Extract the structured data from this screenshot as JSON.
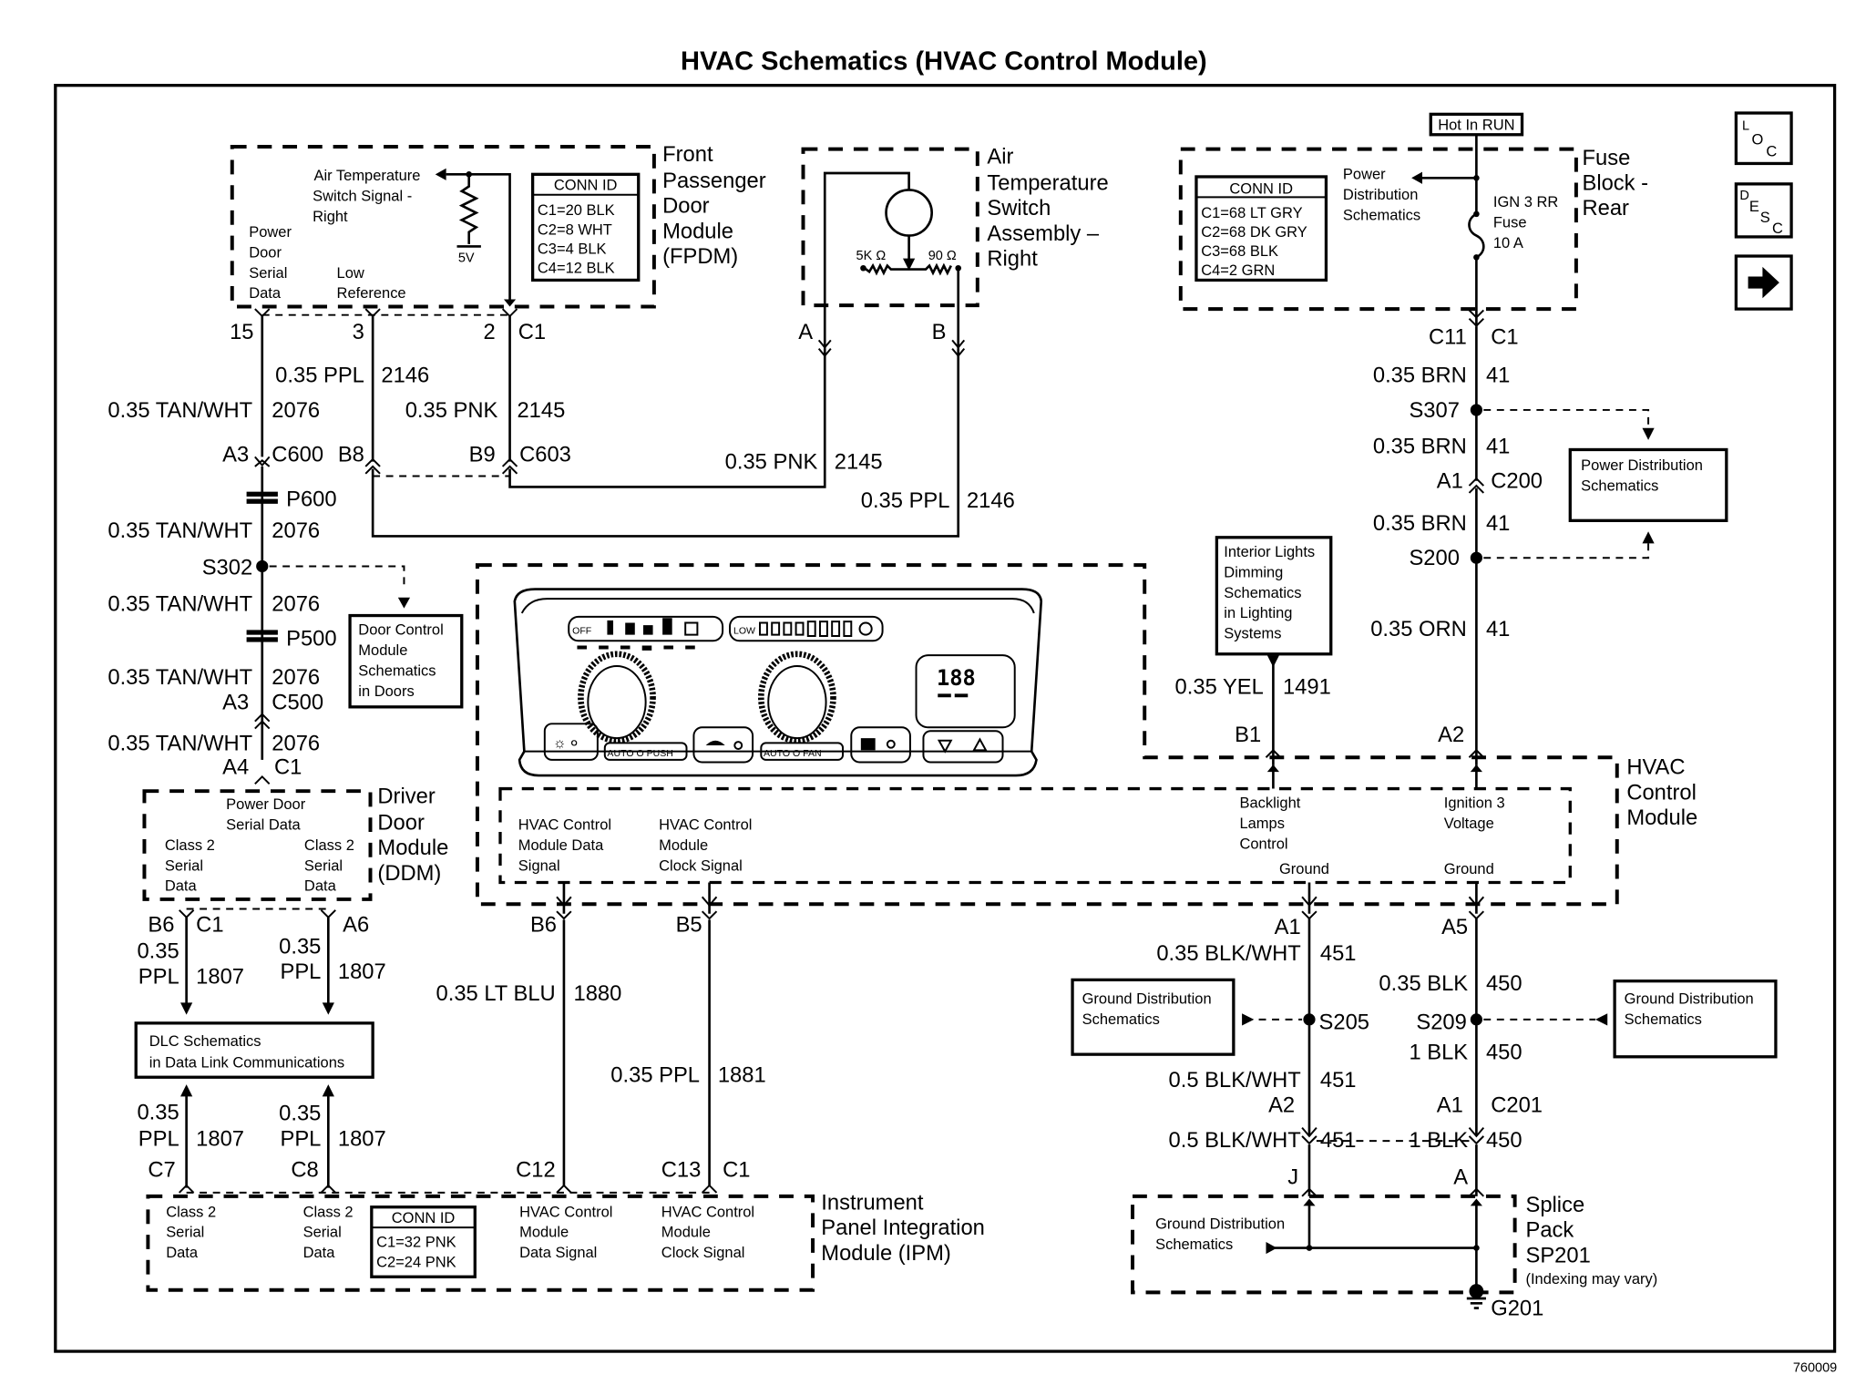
{
  "title": "HVAC Schematics (HVAC Control Module)",
  "figure_id": "760009",
  "nav_buttons": {
    "loc": [
      "L",
      "O",
      "C"
    ],
    "desc": [
      "D",
      "E",
      "S",
      "C"
    ],
    "next_icon": "right-arrow-icon"
  },
  "fpdm": {
    "name": [
      "Front",
      "Passenger",
      "Door",
      "Module",
      "(FPDM)"
    ],
    "signal_label": [
      "Air Temperature",
      "Switch Signal -",
      "Right"
    ],
    "voltage": "5V",
    "pin_labels_left": [
      "Power",
      "Door",
      "Serial",
      "Data"
    ],
    "pin_labels_mid": [
      "Low",
      "Reference"
    ],
    "conn_id": {
      "header": "CONN ID",
      "rows": [
        "C1=20 BLK",
        "C2=8 WHT",
        "C3=4 BLK",
        "C4=12 BLK"
      ]
    },
    "pins": {
      "p15": "15",
      "p3": "3",
      "p2": "2",
      "conn": "C1"
    }
  },
  "sensor": {
    "name": [
      "Air",
      "Temperature",
      "Switch",
      "Assembly –",
      "Right"
    ],
    "r1": "5K Ω",
    "r2": "90 Ω",
    "pin_a": "A",
    "pin_b": "B"
  },
  "fuse_block": {
    "name": [
      "Fuse",
      "Block -",
      "Rear"
    ],
    "hot_label": "Hot In RUN",
    "power_dist": [
      "Power",
      "Distribution",
      "Schematics"
    ],
    "fuse_label": [
      "IGN 3 RR",
      "Fuse",
      "10 A"
    ],
    "conn_id": {
      "header": "CONN ID",
      "rows": [
        "C1=68 LT GRY",
        "C2=68 DK GRY",
        "C3=68 BLK",
        "C4=2 GRN"
      ]
    },
    "pins": {
      "pin": "C11",
      "conn": "C1"
    }
  },
  "left_circuit": {
    "w1": {
      "gauge": "0.35 PPL",
      "circuit": "2146"
    },
    "w2": {
      "gauge": "0.35 TAN/WHT",
      "circuit": "2076"
    },
    "w3": {
      "gauge": "0.35 PNK",
      "circuit": "2145"
    },
    "c600": {
      "pin": "A3",
      "conn": "C600",
      "pin2": "B8"
    },
    "c603": {
      "pin": "B9",
      "conn": "C603"
    },
    "p600": "P600",
    "w4": {
      "gauge": "0.35 TAN/WHT",
      "circuit": "2076"
    },
    "s302": "S302",
    "w5": {
      "gauge": "0.35 TAN/WHT",
      "circuit": "2076"
    },
    "p500": "P500",
    "w6": {
      "gauge": "0.35 TAN/WHT",
      "circuit": "2076"
    },
    "c500": {
      "pin": "A3",
      "conn": "C500"
    },
    "w7": {
      "gauge": "0.35 TAN/WHT",
      "circuit": "2076"
    },
    "ddm_pin": {
      "pin": "A4",
      "conn": "C1"
    },
    "door_ctrl_ref": [
      "Door Control",
      "Module",
      "Schematics",
      "in Doors"
    ]
  },
  "mid_circuit": {
    "pnk": {
      "gauge": "0.35 PNK",
      "circuit": "2145"
    },
    "ppl": {
      "gauge": "0.35 PPL",
      "circuit": "2146"
    }
  },
  "ddm": {
    "name": [
      "Driver",
      "Door",
      "Module",
      "(DDM)"
    ],
    "top_label": [
      "Power Door",
      "Serial Data"
    ],
    "left_label": [
      "Class 2",
      "Serial",
      "Data"
    ],
    "right_label": [
      "Class 2",
      "Serial",
      "Data"
    ],
    "pins": {
      "b6": "B6",
      "conn": "C1",
      "a6": "A6"
    }
  },
  "dlc": {
    "ref": [
      "DLC Schematics",
      "in Data Link Communications"
    ],
    "w_top_left": {
      "gauge": [
        "0.35",
        "PPL"
      ],
      "circuit": "1807"
    },
    "w_top_right": {
      "gauge": [
        "0.35",
        "PPL"
      ],
      "circuit": "1807"
    },
    "w_bot_left": {
      "gauge": [
        "0.35",
        "PPL"
      ],
      "circuit": "1807"
    },
    "w_bot_right": {
      "gauge": [
        "0.35",
        "PPL"
      ],
      "circuit": "1807"
    }
  },
  "hvac": {
    "name": [
      "HVAC",
      "Control",
      "Module"
    ],
    "data_signal": [
      "HVAC Control",
      "Module Data",
      "Signal"
    ],
    "clock_signal": [
      "HVAC Control",
      "Module",
      "Clock Signal"
    ],
    "backlight": [
      "Backlight",
      "Lamps",
      "Control"
    ],
    "ignition": [
      "Ignition 3",
      "Voltage"
    ],
    "ground1": "Ground",
    "ground2": "Ground",
    "pins": {
      "b6": "B6",
      "b5": "B5",
      "b1": "B1",
      "a2": "A2",
      "a1": "A1",
      "a5": "A5"
    },
    "panel": {
      "off": "OFF",
      "low": "LOW",
      "display": "188",
      "auto_push": "AUTO  O PUSH",
      "auto_fan": "AUTO  O FAN"
    }
  },
  "ipm": {
    "name": [
      "Instrument",
      "Panel Integration",
      "Module (IPM)"
    ],
    "c7_label": [
      "Class 2",
      "Serial",
      "Data"
    ],
    "c8_label": [
      "Class 2",
      "Serial",
      "Data"
    ],
    "data_label": [
      "HVAC Control",
      "Module",
      "Data Signal"
    ],
    "clock_label": [
      "HVAC Control",
      "Module",
      "Clock Signal"
    ],
    "conn_id": {
      "header": "CONN ID",
      "rows": [
        "C1=32 PNK",
        "C2=24 PNK"
      ]
    },
    "pins": {
      "c7": "C7",
      "c8": "C8",
      "c12": "C12",
      "c13": "C13",
      "conn": "C1"
    }
  },
  "hvac_ipm_wires": {
    "data": {
      "gauge": "0.35 LT BLU",
      "circuit": "1880"
    },
    "clock": {
      "gauge": "0.35 PPL",
      "circuit": "1881"
    }
  },
  "right_circuit": {
    "w1": {
      "gauge": "0.35 BRN",
      "circuit": "41"
    },
    "s307": "S307",
    "w2": {
      "gauge": "0.35 BRN",
      "circuit": "41"
    },
    "c200": {
      "pin": "A1",
      "conn": "C200"
    },
    "w3": {
      "gauge": "0.35 BRN",
      "circuit": "41"
    },
    "s200": "S200",
    "w4": {
      "gauge": "0.35 ORN",
      "circuit": "41"
    },
    "power_dist_ref": [
      "Power Distribution",
      "Schematics"
    ],
    "lights_ref": [
      "Interior Lights",
      "Dimming",
      "Schematics",
      "in Lighting",
      "Systems"
    ],
    "yel": {
      "gauge": "0.35 YEL",
      "circuit": "1491"
    }
  },
  "ground_circuit": {
    "left_w1": {
      "gauge": "0.35 BLK/WHT",
      "circuit": "451"
    },
    "s205": "S205",
    "left_w2": {
      "gauge": "0.5 BLK/WHT",
      "circuit": "451"
    },
    "left_w3": {
      "gauge": "0.5 BLK/WHT",
      "circuit": "451"
    },
    "right_w1": {
      "gauge": "0.35 BLK",
      "circuit": "450"
    },
    "s209": "S209",
    "right_w2": {
      "gauge": "1 BLK",
      "circuit": "450"
    },
    "right_w3": {
      "gauge": "1 BLK",
      "circuit": "450"
    },
    "c201": {
      "pin_left": "A2",
      "pin_right": "A1",
      "conn": "C201"
    },
    "splice_pins": {
      "j": "J",
      "a": "A"
    },
    "gnd_ref_left": [
      "Ground Distribution",
      "Schematics"
    ],
    "gnd_ref_right": [
      "Ground Distribution",
      "Schematics"
    ],
    "gnd_ref_inner": [
      "Ground Distribution",
      "Schematics"
    ],
    "splice_name": [
      "Splice",
      "Pack",
      "SP201"
    ],
    "splice_note": "(Indexing may vary)",
    "ground": "G201"
  }
}
